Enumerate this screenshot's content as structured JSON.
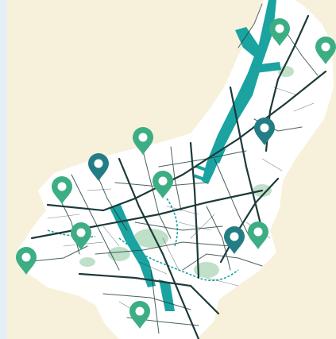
{
  "map": {
    "background_color": "#f7f1dc",
    "side_strip_color": "#e4f0f5",
    "land_color": "#ffffff",
    "water_color": "#1aa3a0",
    "road_color": "#1d3a3a",
    "green_color": "#7bbf8f"
  },
  "pins": [
    {
      "id": "pin-north-dock",
      "color": "#3dae84",
      "icon": "map-marker-icon"
    },
    {
      "id": "pin-northeast-edge",
      "color": "#3dae84",
      "icon": "map-marker-icon"
    },
    {
      "id": "pin-east-docks",
      "color": "#237d85",
      "icon": "map-marker-icon"
    },
    {
      "id": "pin-north-center",
      "color": "#3dae84",
      "icon": "map-marker-icon"
    },
    {
      "id": "pin-northwest-blue",
      "color": "#237d85",
      "icon": "map-marker-icon"
    },
    {
      "id": "pin-center-north",
      "color": "#3dae84",
      "icon": "map-marker-icon"
    },
    {
      "id": "pin-west",
      "color": "#3dae84",
      "icon": "map-marker-icon"
    },
    {
      "id": "pin-west-center",
      "color": "#3dae84",
      "icon": "map-marker-icon"
    },
    {
      "id": "pin-far-west",
      "color": "#3dae84",
      "icon": "map-marker-icon"
    },
    {
      "id": "pin-east-center-blue",
      "color": "#237d85",
      "icon": "map-marker-icon"
    },
    {
      "id": "pin-east-center",
      "color": "#3dae84",
      "icon": "map-marker-icon"
    },
    {
      "id": "pin-south",
      "color": "#3dae84",
      "icon": "map-marker-icon"
    }
  ]
}
